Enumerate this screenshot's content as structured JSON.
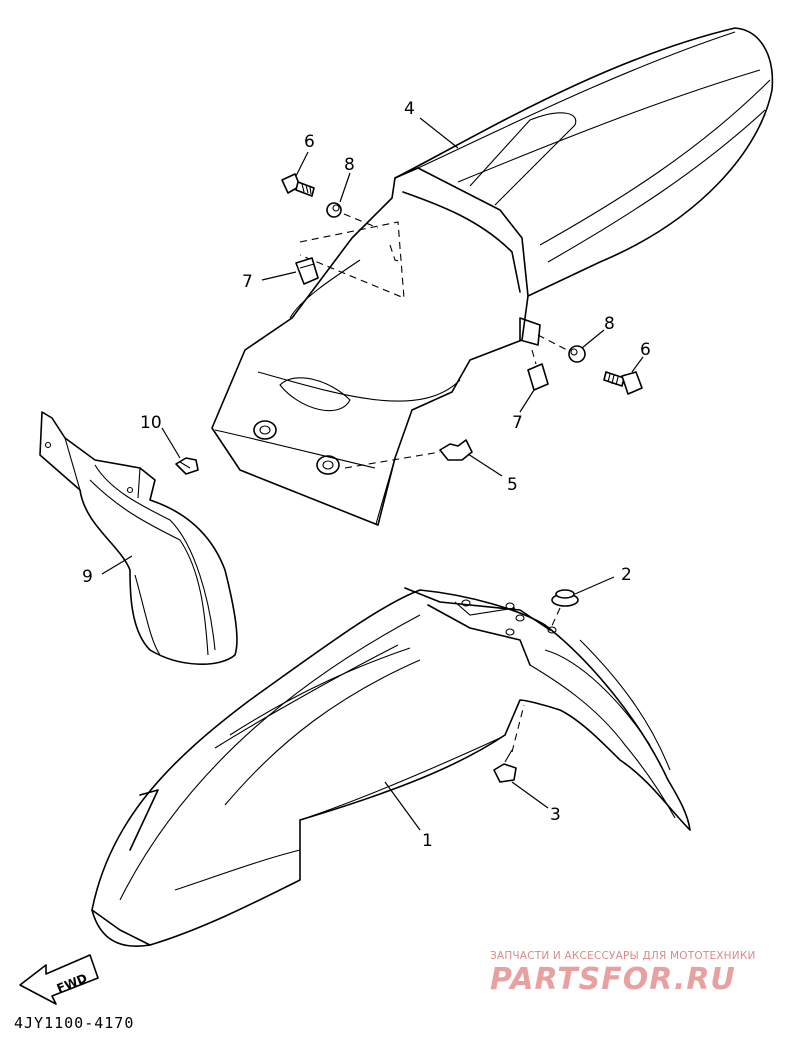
{
  "callouts": {
    "c1": "1",
    "c2": "2",
    "c3": "3",
    "c4": "4",
    "c5": "5",
    "c6a": "6",
    "c6b": "6",
    "c7a": "7",
    "c7b": "7",
    "c8a": "8",
    "c8b": "8",
    "c9": "9",
    "c10": "10"
  },
  "fwd_label": "FWD",
  "diagram_code": "4JY1100-4170",
  "watermark": {
    "tagline": "ЗАПЧАСТИ И АКСЕССУАРЫ ДЛЯ МОТОТЕХНИКИ",
    "logo": "PARTSFOR.RU",
    "color": "#e9a0a0"
  }
}
